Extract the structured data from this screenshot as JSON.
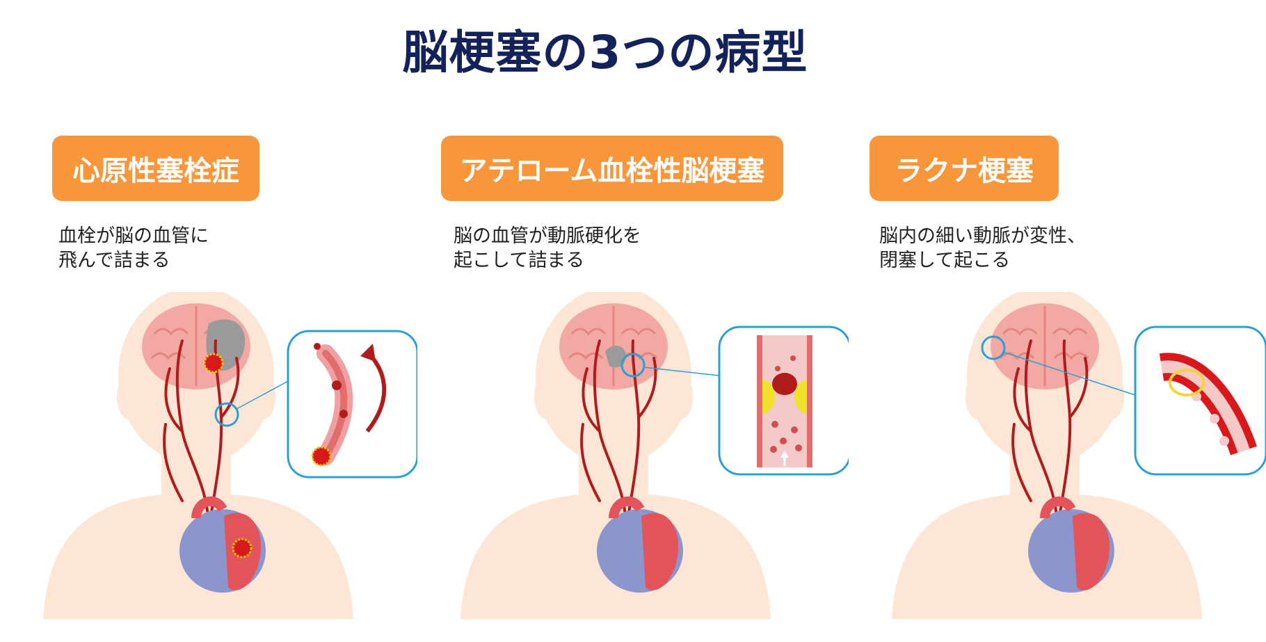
{
  "title": "脳梗塞の3つの病型",
  "colors": {
    "title": "#13235a",
    "badge": "#f7963a",
    "artery": "#b01c1c",
    "skin": "#fde6d6",
    "brain": "#f3a9a3",
    "zoom_ring": "#2a9fd6",
    "heart_blue": "#8b97cc",
    "heart_red": "#e2545a"
  },
  "types": [
    {
      "name": "心原性塞栓症",
      "description_line1": "血栓が脳の血管に",
      "description_line2": "飛んで詰まる",
      "inset_icon": "embolus-traveling-icon"
    },
    {
      "name": "アテローム血栓性脳梗塞",
      "description_line1": "脳の血管が動脈硬化を",
      "description_line2": "起こして詰まる",
      "inset_icon": "atherosclerotic-plaque-icon"
    },
    {
      "name": "ラクナ梗塞",
      "description_line1": "脳内の細い動脈が変性、",
      "description_line2": "閉塞して起こる",
      "inset_icon": "small-artery-occlusion-icon"
    }
  ]
}
